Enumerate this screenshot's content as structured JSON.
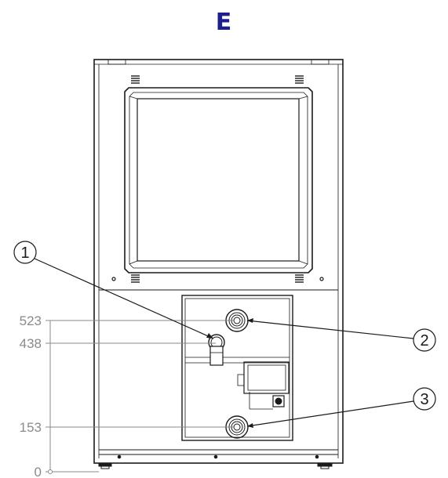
{
  "view_label": "E",
  "dimensions": [
    {
      "value": "523"
    },
    {
      "value": "438"
    },
    {
      "value": "153"
    },
    {
      "value": "0"
    }
  ],
  "callouts": [
    {
      "number": "1",
      "target": "drain-valve"
    },
    {
      "number": "2",
      "target": "upper-connector"
    },
    {
      "number": "3",
      "target": "lower-connector"
    }
  ],
  "colors": {
    "view_label": "#1f1f8c",
    "outline": "#1a1a1a",
    "dimension": "#8a8a8a"
  }
}
